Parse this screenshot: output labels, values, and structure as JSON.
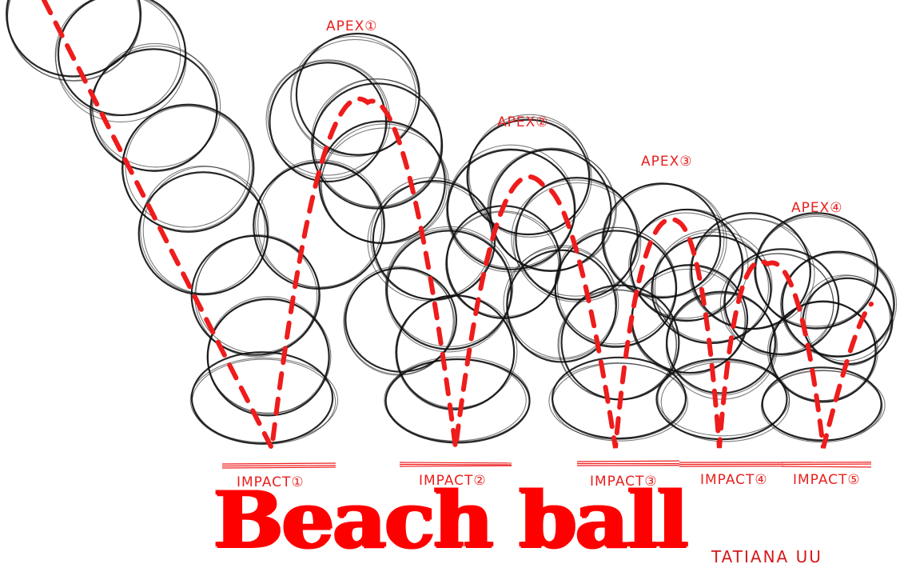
{
  "title": "Beach ball",
  "author": "TATIANA UU",
  "apex_labels": [
    "APEX①",
    "APEX②",
    "APEX③",
    "APEX④"
  ],
  "impact_labels": [
    "IMPACT①",
    "IMPACT②",
    "IMPACT③",
    "IMPACT④",
    "IMPACT⑤"
  ],
  "colors": {
    "sketch_lines": "#111111",
    "path": "#ee1c1c",
    "title": "#ff0000",
    "background": "#ffffff"
  }
}
